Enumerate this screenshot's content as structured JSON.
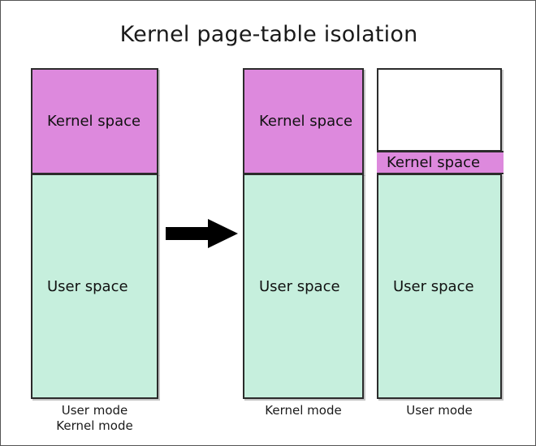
{
  "title": "Kernel page-table isolation",
  "colors": {
    "kernel_space": "#dd89dd",
    "user_space": "#c6efdd",
    "empty_space": "#ffffff",
    "outline": "#2b2b2b",
    "arrow": "#000000",
    "text": "#1a1a1a"
  },
  "columns": [
    {
      "id": "before",
      "caption_line1": "User mode",
      "caption_line2": "Kernel mode",
      "segments": [
        {
          "id": "kernel",
          "label": "Kernel space",
          "fill": "#dd89dd"
        },
        {
          "id": "user",
          "label": "User space",
          "fill": "#c6efdd"
        }
      ]
    },
    {
      "id": "after-kernel-mode",
      "caption_line1": "Kernel mode",
      "caption_line2": "",
      "segments": [
        {
          "id": "kernel",
          "label": "Kernel space",
          "fill": "#dd89dd"
        },
        {
          "id": "user",
          "label": "User space",
          "fill": "#c6efdd"
        }
      ]
    },
    {
      "id": "after-user-mode",
      "caption_line1": "User mode",
      "caption_line2": "",
      "segments": [
        {
          "id": "empty",
          "label": "",
          "fill": "#ffffff"
        },
        {
          "id": "kernel",
          "label": "Kernel space",
          "fill": "#dd89dd"
        },
        {
          "id": "user",
          "label": "User space",
          "fill": "#c6efdd"
        }
      ]
    }
  ],
  "arrow": {
    "name": "right-arrow",
    "direction": "right"
  }
}
